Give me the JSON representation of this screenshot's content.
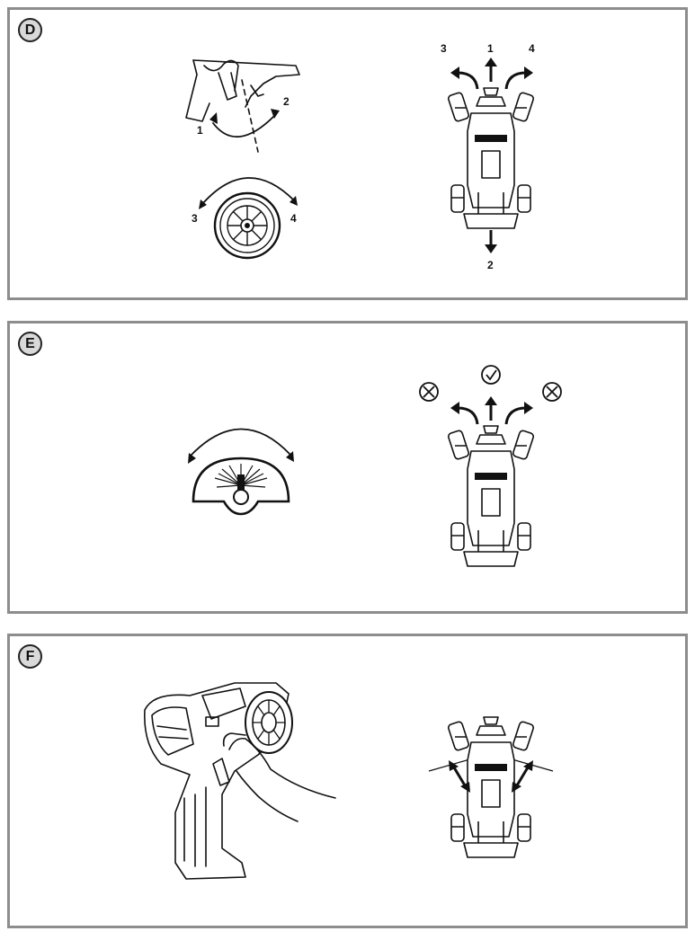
{
  "panels": [
    {
      "letter": "D",
      "knob_labels": [
        "1",
        "2"
      ],
      "wheel_labels": [
        "3",
        "4"
      ],
      "car_direction_labels": {
        "forward": "1",
        "backward": "2",
        "left": "3",
        "right": "4"
      }
    },
    {
      "letter": "E"
    },
    {
      "letter": "F"
    }
  ]
}
